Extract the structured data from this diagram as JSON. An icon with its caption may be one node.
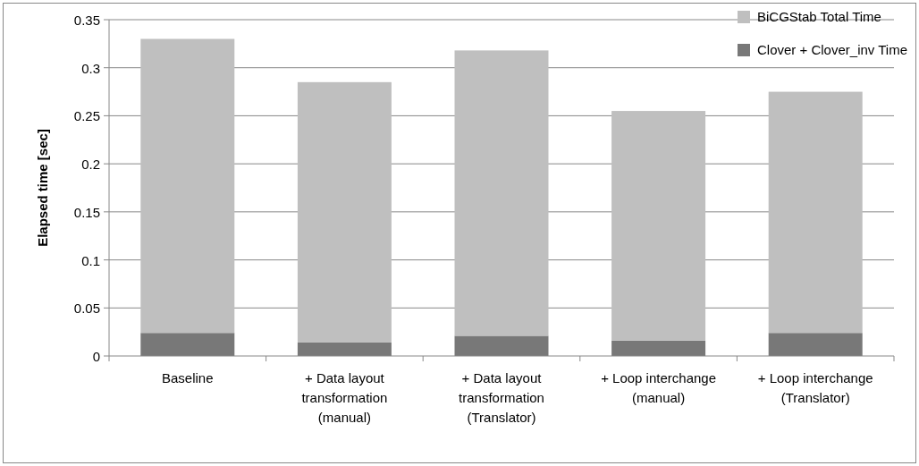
{
  "diagram": {
    "chart_data": {
      "type": "bar",
      "ylabel": "Elapsed time [sec]",
      "categories": [
        "Baseline",
        "+ Data layout transformation (manual)",
        "+ Data layout transformation (Translator)",
        "+ Loop interchange (manual)",
        "+ Loop interchange (Translator)"
      ],
      "series": [
        {
          "name": "Clover + Clover_inv Time",
          "color": "#787878",
          "values": [
            0.024,
            0.014,
            0.021,
            0.016,
            0.024
          ]
        },
        {
          "name": "BiCGStab Total Time",
          "color": "#bfbfbf",
          "values": [
            0.306,
            0.271,
            0.297,
            0.239,
            0.251
          ]
        }
      ],
      "ylim": [
        0,
        0.35
      ],
      "yticks": [
        {
          "value": 0,
          "label": "0"
        },
        {
          "value": 0.05,
          "label": "0.05"
        },
        {
          "value": 0.1,
          "label": "0.1"
        },
        {
          "value": 0.15,
          "label": "0.15"
        },
        {
          "value": 0.2,
          "label": "0.2"
        },
        {
          "value": 0.25,
          "label": "0.25"
        },
        {
          "value": 0.3,
          "label": "0.3"
        },
        {
          "value": 0.35,
          "label": "0.35"
        }
      ],
      "stacked": true,
      "grid": "y",
      "legend": true
    }
  }
}
